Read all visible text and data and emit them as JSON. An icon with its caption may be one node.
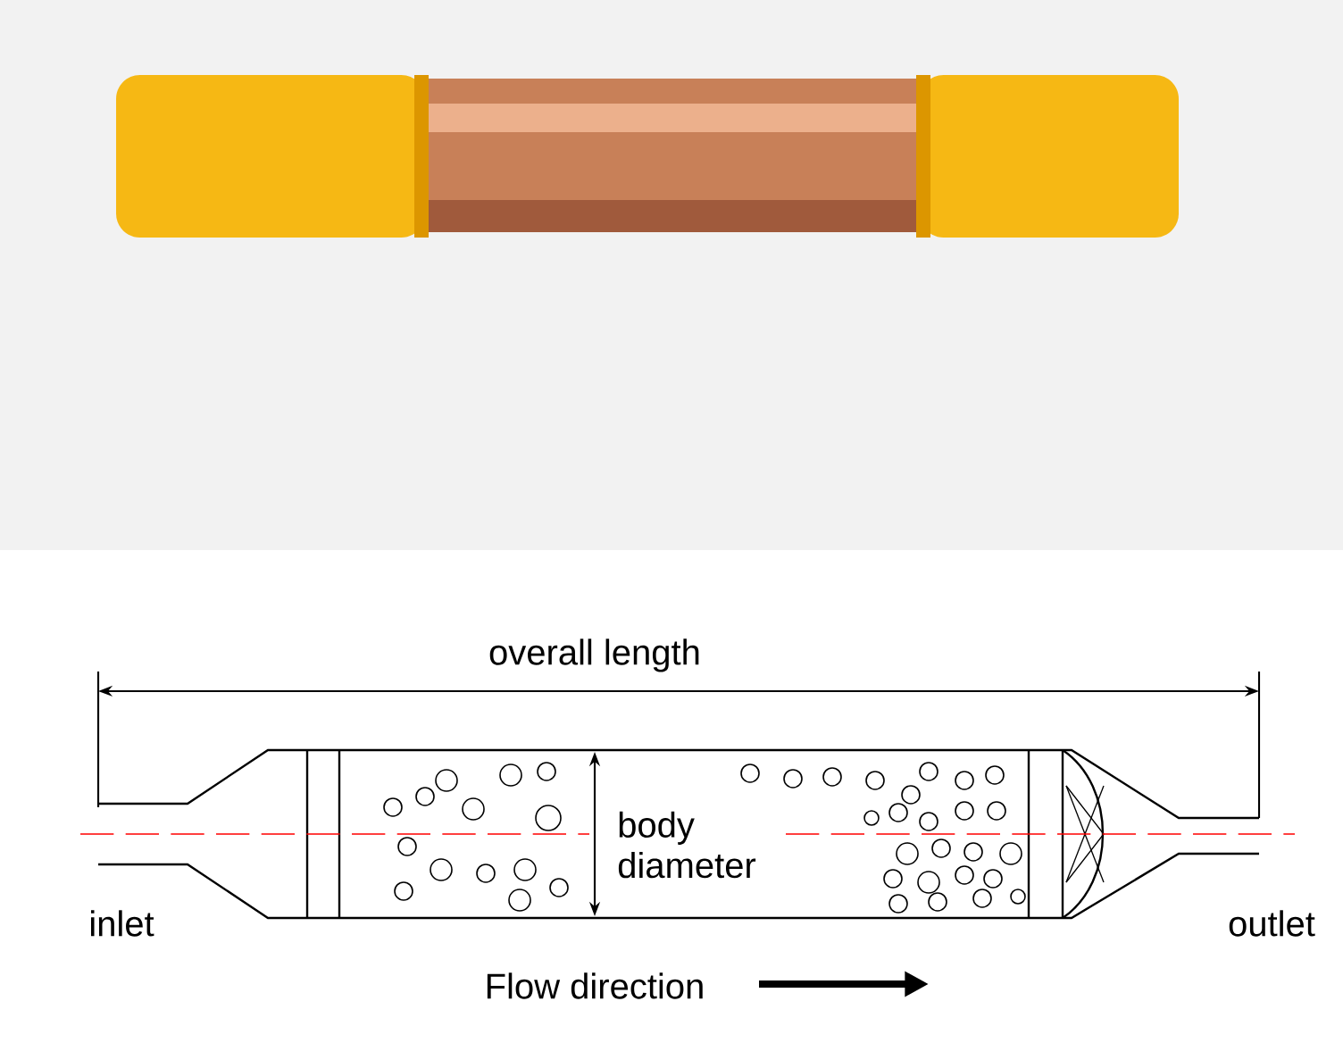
{
  "diagram": {
    "labels": [
      "overall length",
      "body diameter",
      "inlet",
      "outlet",
      "Flow direction"
    ]
  }
}
